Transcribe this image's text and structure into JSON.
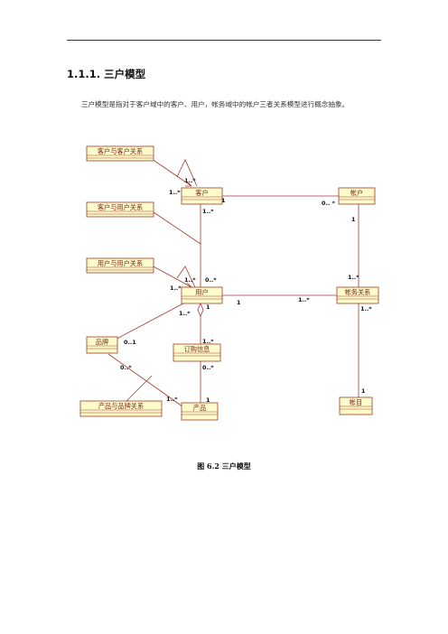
{
  "heading": "1.1.1. 三户模型",
  "intro": "三户模型是指对于客户域中的客户、用户，帐务域中的帐户三者关系模型进行概念抽象。",
  "caption": "图 6.2  三户模型",
  "colors": {
    "class_fill": "#fffccc",
    "class_border": "#a03a2a",
    "line": "#a03a2a",
    "text_class": "#7a2a1a"
  },
  "classes": {
    "c_cc_rel": "客户与客户关系",
    "c_customer": "客户",
    "c_account": "帐户",
    "c_cu_rel": "客户与用户关系",
    "c_uu_rel": "用户与用户关系",
    "c_user": "用户",
    "c_acct_rel": "帐务关系",
    "c_brand": "品牌",
    "c_order": "订购信息",
    "c_pb_rel": "产品与品牌关系",
    "c_product": "产品",
    "c_item": "帐目"
  },
  "multiplicities": {
    "m1": "1..*",
    "m2": "1..*",
    "m3": "1",
    "m4": "0.. *",
    "m5": "1..*",
    "m6": "1",
    "m7": "1..*",
    "m8": "0..*",
    "m9": "1..*",
    "m10": "1..*",
    "m11": "1",
    "m12": "1..*",
    "m13": "1..*",
    "m14": "1..*",
    "m15": "0..1",
    "m16": "1..*",
    "m17": "0..*",
    "m18": "0..*",
    "m19": "1..*",
    "m20": "1",
    "m21": "1",
    "m22": "1"
  }
}
